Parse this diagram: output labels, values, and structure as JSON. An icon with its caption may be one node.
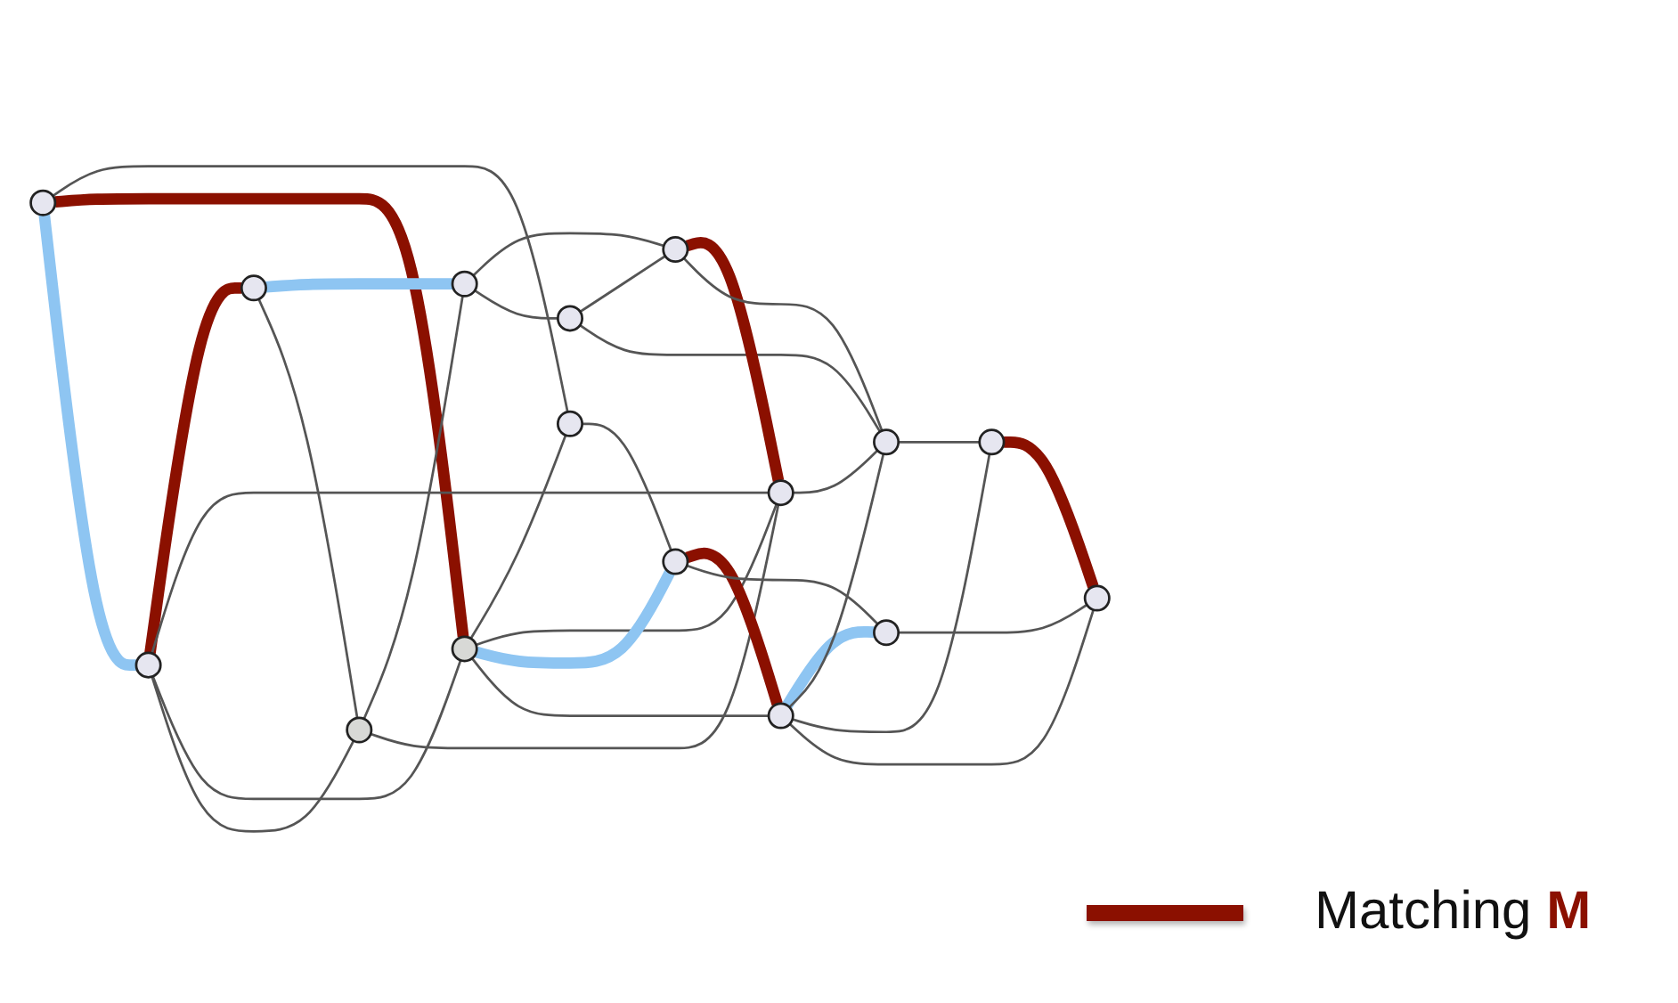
{
  "diagram": {
    "nodes": [
      {
        "text": [],
        "shape": "circle"
      },
      {
        "text": [],
        "shape": "circle"
      },
      {
        "text": [],
        "shape": "circle"
      },
      {
        "text": [],
        "shape": "circle"
      },
      {
        "text": [],
        "shape": "circle"
      },
      {
        "text": [],
        "shape": "circle"
      },
      {
        "text": [],
        "shape": "circle"
      },
      {
        "text": [],
        "shape": "circle"
      },
      {
        "text": [],
        "shape": "circle"
      },
      {
        "text": [],
        "shape": "circle"
      },
      {
        "text": [],
        "shape": "circle"
      },
      {
        "text": [],
        "shape": "circle"
      },
      {
        "text": [],
        "shape": "circle"
      },
      {
        "text": [],
        "shape": "circle"
      },
      {
        "text": [],
        "shape": "circle"
      },
      {
        "text": [],
        "shape": "circle"
      }
    ],
    "edges": [
      {
        "from": 0,
        "to": 5,
        "arrow": "none"
      },
      {
        "from": 0,
        "to": 8,
        "arrow": "none",
        "style": "thick",
        "color": "#8b1000"
      },
      {
        "from": 0,
        "to": 6,
        "arrow": "none",
        "style": "thick",
        "color": "#8ec5f2"
      },
      {
        "from": 6,
        "to": 1,
        "arrow": "none",
        "style": "thick",
        "color": "#8b1000"
      },
      {
        "from": 1,
        "to": 2,
        "arrow": "none",
        "style": "thick",
        "color": "#8ec5f2"
      },
      {
        "from": 1,
        "to": 3,
        "arrow": "none"
      },
      {
        "from": 3,
        "to": 2,
        "arrow": "none"
      },
      {
        "from": 3,
        "to": 6,
        "arrow": "none"
      },
      {
        "from": 3,
        "to": 9,
        "arrow": "none"
      },
      {
        "from": 2,
        "to": 7,
        "arrow": "none"
      },
      {
        "from": 2,
        "to": 4,
        "arrow": "none"
      },
      {
        "from": 4,
        "to": 7,
        "arrow": "none"
      },
      {
        "from": 4,
        "to": 10,
        "arrow": "none"
      },
      {
        "from": 7,
        "to": 9,
        "arrow": "none",
        "style": "thick",
        "color": "#8b1000"
      },
      {
        "from": 7,
        "to": 10,
        "arrow": "none"
      },
      {
        "from": 9,
        "to": 10,
        "arrow": "none"
      },
      {
        "from": 6,
        "to": 9,
        "arrow": "none"
      },
      {
        "from": 6,
        "to": 8,
        "arrow": "none"
      },
      {
        "from": 8,
        "to": 5,
        "arrow": "none"
      },
      {
        "from": 8,
        "to": 9,
        "arrow": "none"
      },
      {
        "from": 8,
        "to": 11,
        "arrow": "none",
        "style": "thick",
        "color": "#8ec5f2"
      },
      {
        "from": 8,
        "to": 12,
        "arrow": "none"
      },
      {
        "from": 5,
        "to": 11,
        "arrow": "none"
      },
      {
        "from": 11,
        "to": 12,
        "arrow": "none",
        "style": "thick",
        "color": "#8b1000"
      },
      {
        "from": 11,
        "to": 14,
        "arrow": "none"
      },
      {
        "from": 12,
        "to": 14,
        "arrow": "none",
        "style": "thick",
        "color": "#8ec5f2"
      },
      {
        "from": 12,
        "to": 10,
        "arrow": "none"
      },
      {
        "from": 12,
        "to": 13,
        "arrow": "none"
      },
      {
        "from": 12,
        "to": 15,
        "arrow": "none"
      },
      {
        "from": 10,
        "to": 13,
        "arrow": "none"
      },
      {
        "from": 13,
        "to": 15,
        "arrow": "none",
        "style": "thick",
        "color": "#8b1000"
      },
      {
        "from": 14,
        "to": 15,
        "arrow": "none"
      }
    ],
    "legend": [
      {
        "text": "Matching **M**"
      }
    ]
  }
}
